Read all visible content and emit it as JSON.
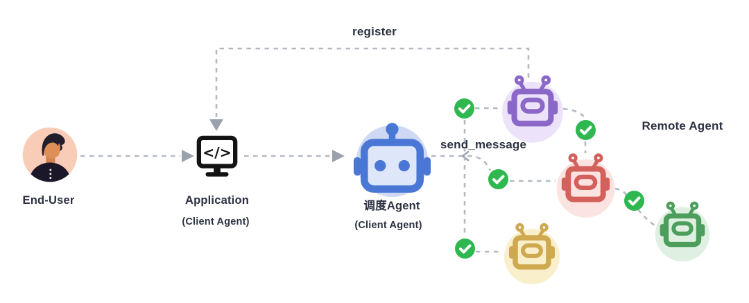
{
  "diagram": {
    "edge_labels": {
      "register": "register",
      "send_message": "send_message"
    },
    "group_labels": {
      "remote_agent": "Remote Agent"
    },
    "nodes": {
      "end_user": {
        "label": "End-User"
      },
      "application": {
        "label": "Application",
        "sublabel": "(Client Agent)"
      },
      "scheduler": {
        "label": "调度Agent",
        "sublabel": "(Client Agent)"
      }
    },
    "remote_agents": [
      {
        "id": "purple-remote-agent",
        "icon": "robot-icon",
        "color": "#8B68C8",
        "bg": "#ECE3FA"
      },
      {
        "id": "red-remote-agent",
        "icon": "robot-icon",
        "color": "#D4605C",
        "bg": "#FBE3E1"
      },
      {
        "id": "yellow-remote-agent",
        "icon": "robot-icon",
        "color": "#CFA94F",
        "bg": "#FAEFCB"
      },
      {
        "id": "green-remote-agent",
        "icon": "robot-icon",
        "color": "#4D9E5C",
        "bg": "#DFEFE1"
      }
    ],
    "checkmarks": [
      "scheduler-to-purple",
      "purple-to-red",
      "scheduler-to-red",
      "scheduler-to-yellow",
      "red-to-green"
    ],
    "colors": {
      "text": "#2B3140",
      "dash": "#B4B9C1",
      "arrow": "#9AA2AD",
      "check": "#2FB750",
      "scheduler_robot": "#4A76D6",
      "scheduler_bg": "#CFD9F3",
      "scheduler_face": "#DEE6FA",
      "application_icon": "#131313",
      "avatar_bg": "#F9CCB7",
      "avatar_skin": "#DE8E57",
      "avatar_hair": "#241D2B",
      "avatar_shirt": "#1C1728"
    }
  }
}
